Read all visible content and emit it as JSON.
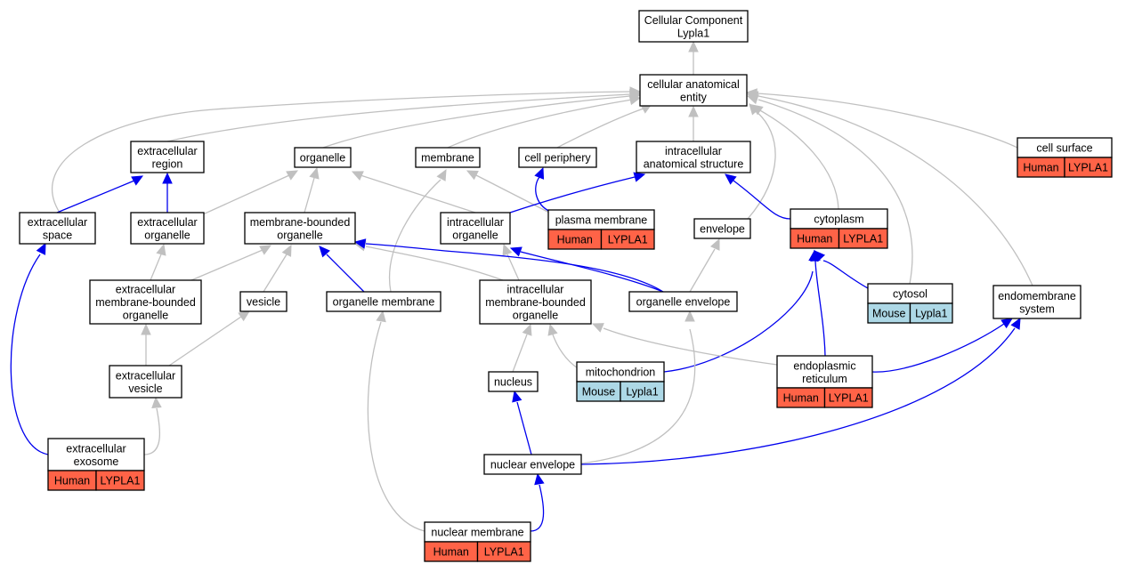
{
  "colors": {
    "human": "#ff6347",
    "mouse": "#add8e6",
    "is_a_edge": "#c0c0c0",
    "part_of_edge": "#0000ee"
  },
  "nodes": [
    {
      "id": "root",
      "lines": [
        "Cellular Component",
        "Lypla1"
      ]
    },
    {
      "id": "cae",
      "lines": [
        "cellular anatomical",
        "entity"
      ]
    },
    {
      "id": "exreg",
      "lines": [
        "extracellular",
        "region"
      ]
    },
    {
      "id": "organelle",
      "lines": [
        "organelle"
      ]
    },
    {
      "id": "membrane",
      "lines": [
        "membrane"
      ]
    },
    {
      "id": "cellper",
      "lines": [
        "cell periphery"
      ]
    },
    {
      "id": "ias",
      "lines": [
        "intracellular",
        "anatomical structure"
      ]
    },
    {
      "id": "cellsurf",
      "lines": [
        "cell surface"
      ],
      "tags": [
        {
          "label": "Human",
          "species": "human"
        },
        {
          "label": "LYPLA1",
          "species": "human"
        }
      ]
    },
    {
      "id": "exspace",
      "lines": [
        "extracellular",
        "space"
      ]
    },
    {
      "id": "exorg",
      "lines": [
        "extracellular",
        "organelle"
      ]
    },
    {
      "id": "mbo",
      "lines": [
        "membrane-bounded",
        "organelle"
      ]
    },
    {
      "id": "intorg",
      "lines": [
        "intracellular",
        "organelle"
      ]
    },
    {
      "id": "plasma",
      "lines": [
        "plasma membrane"
      ],
      "tags": [
        {
          "label": "Human",
          "species": "human"
        },
        {
          "label": "LYPLA1",
          "species": "human"
        }
      ]
    },
    {
      "id": "envelope",
      "lines": [
        "envelope"
      ]
    },
    {
      "id": "cytoplasm",
      "lines": [
        "cytoplasm"
      ],
      "tags": [
        {
          "label": "Human",
          "species": "human"
        },
        {
          "label": "LYPLA1",
          "species": "human"
        }
      ]
    },
    {
      "id": "exmbo",
      "lines": [
        "extracellular",
        "membrane-bounded",
        "organelle"
      ]
    },
    {
      "id": "vesicle",
      "lines": [
        "vesicle"
      ]
    },
    {
      "id": "orgmem",
      "lines": [
        "organelle membrane"
      ]
    },
    {
      "id": "intmbo",
      "lines": [
        "intracellular",
        "membrane-bounded",
        "organelle"
      ]
    },
    {
      "id": "orgenv",
      "lines": [
        "organelle envelope"
      ]
    },
    {
      "id": "cytosol",
      "lines": [
        "cytosol"
      ],
      "tags": [
        {
          "label": "Mouse",
          "species": "mouse"
        },
        {
          "label": "Lypla1",
          "species": "mouse"
        }
      ]
    },
    {
      "id": "endosys",
      "lines": [
        "endomembrane",
        "system"
      ]
    },
    {
      "id": "exves",
      "lines": [
        "extracellular",
        "vesicle"
      ]
    },
    {
      "id": "nucleus",
      "lines": [
        "nucleus"
      ]
    },
    {
      "id": "mito",
      "lines": [
        "mitochondrion"
      ],
      "tags": [
        {
          "label": "Mouse",
          "species": "mouse"
        },
        {
          "label": "Lypla1",
          "species": "mouse"
        }
      ]
    },
    {
      "id": "er",
      "lines": [
        "endoplasmic",
        "reticulum"
      ],
      "tags": [
        {
          "label": "Human",
          "species": "human"
        },
        {
          "label": "LYPLA1",
          "species": "human"
        }
      ]
    },
    {
      "id": "exosome",
      "lines": [
        "extracellular",
        "exosome"
      ],
      "tags": [
        {
          "label": "Human",
          "species": "human"
        },
        {
          "label": "LYPLA1",
          "species": "human"
        }
      ]
    },
    {
      "id": "nucenv",
      "lines": [
        "nuclear envelope"
      ]
    },
    {
      "id": "nucmem",
      "lines": [
        "nuclear membrane"
      ],
      "tags": [
        {
          "label": "Human",
          "species": "human"
        },
        {
          "label": "LYPLA1",
          "species": "human"
        }
      ]
    }
  ],
  "edges": [
    {
      "from": "cae",
      "to": "root",
      "relation": "is_a"
    },
    {
      "from": "exreg",
      "to": "cae",
      "relation": "is_a"
    },
    {
      "from": "organelle",
      "to": "cae",
      "relation": "is_a"
    },
    {
      "from": "membrane",
      "to": "cae",
      "relation": "is_a"
    },
    {
      "from": "cellper",
      "to": "cae",
      "relation": "is_a"
    },
    {
      "from": "ias",
      "to": "cae",
      "relation": "is_a"
    },
    {
      "from": "cellsurf",
      "to": "cae",
      "relation": "is_a"
    },
    {
      "from": "exspace",
      "to": "cae",
      "relation": "is_a"
    },
    {
      "from": "envelope",
      "to": "cae",
      "relation": "is_a"
    },
    {
      "from": "cytoplasm",
      "to": "cae",
      "relation": "is_a"
    },
    {
      "from": "cytosol",
      "to": "cae",
      "relation": "is_a"
    },
    {
      "from": "endosys",
      "to": "cae",
      "relation": "is_a"
    },
    {
      "from": "exspace",
      "to": "exreg",
      "relation": "part_of"
    },
    {
      "from": "exorg",
      "to": "exreg",
      "relation": "part_of"
    },
    {
      "from": "exorg",
      "to": "organelle",
      "relation": "is_a"
    },
    {
      "from": "mbo",
      "to": "organelle",
      "relation": "is_a"
    },
    {
      "from": "intorg",
      "to": "organelle",
      "relation": "is_a"
    },
    {
      "from": "plasma",
      "to": "membrane",
      "relation": "is_a"
    },
    {
      "from": "plasma",
      "to": "cellper",
      "relation": "part_of"
    },
    {
      "from": "intorg",
      "to": "ias",
      "relation": "part_of"
    },
    {
      "from": "cytoplasm",
      "to": "ias",
      "relation": "part_of"
    },
    {
      "from": "exmbo",
      "to": "exorg",
      "relation": "is_a"
    },
    {
      "from": "exmbo",
      "to": "mbo",
      "relation": "is_a"
    },
    {
      "from": "vesicle",
      "to": "mbo",
      "relation": "is_a"
    },
    {
      "from": "orgmem",
      "to": "mbo",
      "relation": "part_of"
    },
    {
      "from": "orgmem",
      "to": "membrane",
      "relation": "is_a"
    },
    {
      "from": "intmbo",
      "to": "mbo",
      "relation": "is_a"
    },
    {
      "from": "intmbo",
      "to": "intorg",
      "relation": "is_a"
    },
    {
      "from": "orgenv",
      "to": "mbo",
      "relation": "part_of"
    },
    {
      "from": "orgenv",
      "to": "intorg",
      "relation": "part_of"
    },
    {
      "from": "orgenv",
      "to": "envelope",
      "relation": "is_a"
    },
    {
      "from": "cytosol",
      "to": "cytoplasm",
      "relation": "part_of"
    },
    {
      "from": "mito",
      "to": "cytoplasm",
      "relation": "part_of"
    },
    {
      "from": "er",
      "to": "cytoplasm",
      "relation": "part_of"
    },
    {
      "from": "er",
      "to": "intmbo",
      "relation": "is_a"
    },
    {
      "from": "er",
      "to": "endosys",
      "relation": "part_of"
    },
    {
      "from": "exves",
      "to": "exmbo",
      "relation": "is_a"
    },
    {
      "from": "exves",
      "to": "vesicle",
      "relation": "is_a"
    },
    {
      "from": "nucleus",
      "to": "intmbo",
      "relation": "is_a"
    },
    {
      "from": "mito",
      "to": "intmbo",
      "relation": "is_a"
    },
    {
      "from": "exosome",
      "to": "exves",
      "relation": "is_a"
    },
    {
      "from": "exosome",
      "to": "exspace",
      "relation": "part_of"
    },
    {
      "from": "nucenv",
      "to": "nucleus",
      "relation": "part_of"
    },
    {
      "from": "nucenv",
      "to": "orgenv",
      "relation": "is_a"
    },
    {
      "from": "nucenv",
      "to": "endosys",
      "relation": "part_of"
    },
    {
      "from": "nucmem",
      "to": "nucenv",
      "relation": "part_of"
    },
    {
      "from": "nucmem",
      "to": "orgmem",
      "relation": "is_a"
    }
  ]
}
